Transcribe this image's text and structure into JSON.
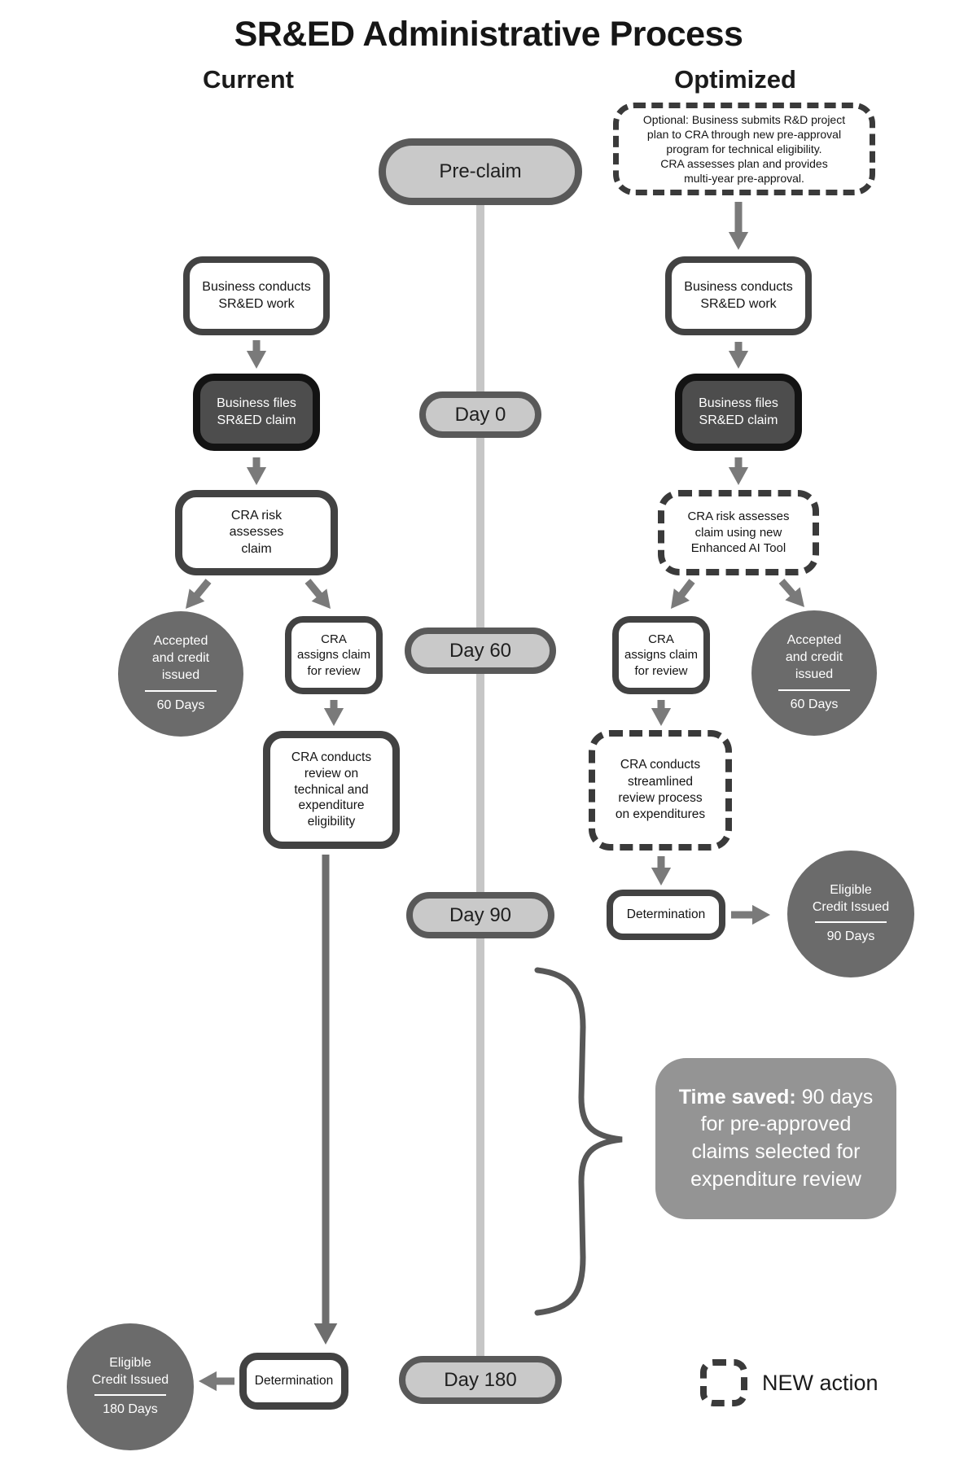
{
  "title": "SR&ED Administrative Process",
  "column_headers": {
    "current": "Current",
    "optimized": "Optimized"
  },
  "timeline": {
    "pre_claim": "Pre-claim",
    "day0": "Day 0",
    "day60": "Day 60",
    "day90": "Day 90",
    "day180": "Day 180"
  },
  "current": {
    "conduct_work": "Business conducts\nSR&ED work",
    "file_claim": "Business files\nSR&ED claim",
    "risk_assess": "CRA risk\nassesses\nclaim",
    "accepted_circle": {
      "label": "Accepted\nand credit\nissued",
      "days": "60 Days"
    },
    "assign_review": "CRA\nassigns claim\nfor review",
    "conduct_review": "CRA conducts\nreview on\ntechnical and\nexpenditure\neligibility",
    "determination": "Determination",
    "credit_circle": {
      "label": "Eligible\nCredit Issued",
      "days": "180 Days"
    }
  },
  "optimized": {
    "optional_preapproval": "Optional: Business submits R&D project\nplan to CRA through new pre-approval\nprogram for technical eligibility.\nCRA assesses plan and provides\nmulti-year pre-approval.",
    "conduct_work": "Business conducts\nSR&ED work",
    "file_claim": "Business files\nSR&ED claim",
    "ai_risk_assess": "CRA risk assesses\nclaim using new\nEnhanced AI Tool",
    "accepted_circle": {
      "label": "Accepted\nand credit\nissued",
      "days": "60 Days"
    },
    "assign_review": "CRA\nassigns claim\nfor review",
    "streamlined_review": "CRA conducts\nstreamlined\nreview process\non expenditures",
    "determination": "Determination",
    "credit_circle": {
      "label": "Eligible\nCredit Issued",
      "days": "90 Days"
    }
  },
  "annotation": {
    "time_saved_bold": "Time saved:",
    "time_saved_rest": " 90 days\nfor pre-approved\nclaims selected for\nexpenditure review"
  },
  "legend": {
    "new_action": "NEW action"
  },
  "colors": {
    "box_border": "#424242",
    "dark_box_fill": "#4d4d4d",
    "dark_box_border": "#131313",
    "circle_fill": "#6b6b6b",
    "pill_fill": "#c9c9c9",
    "pill_border": "#595959",
    "timeline_bar": "#c6c6c6",
    "arrow": "#7a7a7a",
    "time_saved_fill": "#949494"
  }
}
